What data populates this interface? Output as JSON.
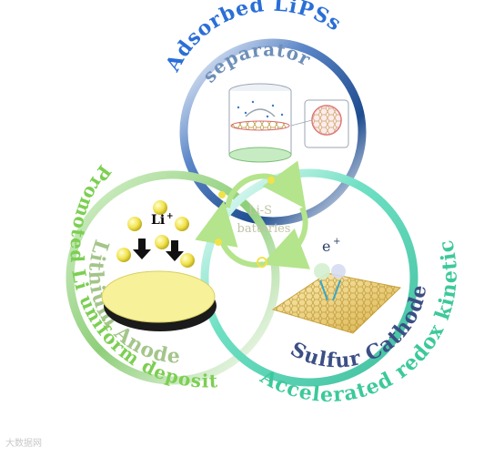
{
  "top_arc_label": "Adsorbed  LiPSs",
  "left_arc_label": "Promoted Li uniform deposition",
  "right_arc_label": "Accelerated redox kinetics",
  "separator_label": "separator",
  "anode_label": "Lithium Anode",
  "cathode_label": "Sulfur Cathode",
  "center_label_line1": "Li-S",
  "center_label_line2": "batteries",
  "li_ion_label": "Li",
  "li_ion_charge": "+",
  "electron_label": "e",
  "electron_charge": "+",
  "watermark": "大数据网",
  "colors": {
    "blue_ring": "#2f5a9e",
    "green_ring": "#8fcf7a",
    "teal_ring": "#5fd1b5",
    "top_text": "#2a6fd6",
    "left_text": "#7ccf52",
    "right_text": "#3cc99a",
    "anode_fill": "#f7f19a"
  }
}
